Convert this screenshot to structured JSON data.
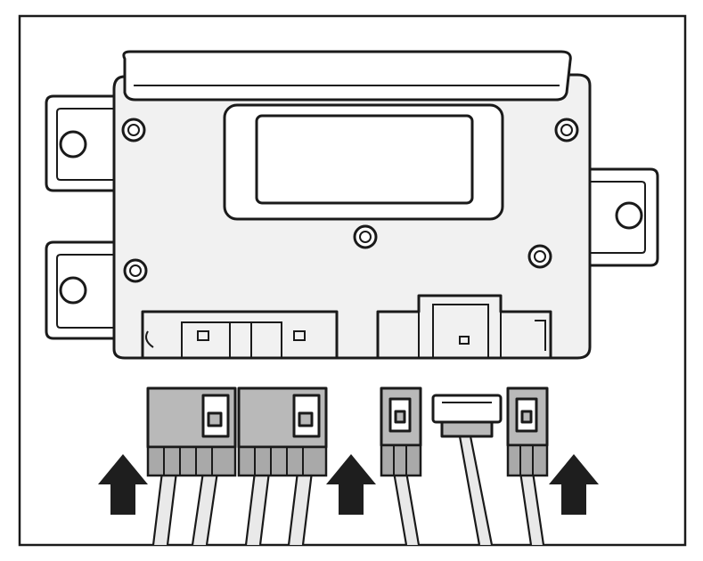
{
  "figure": {
    "description_visible_text": "",
    "colors": {
      "outline": "#1a1a1a",
      "module_fill": "#f1f1f1",
      "connector_fill": "#b9b9b9",
      "arrow_fill": "#1e1e1e",
      "background": "#ffffff"
    },
    "parts": {
      "module": "control-module",
      "mount_tabs": 3,
      "mounting_screws": 5,
      "harness_connectors": 5,
      "direction_arrows": 3,
      "arrow_direction": "up"
    },
    "icons": [
      "up-arrow-icon",
      "screw-icon",
      "mounting-hole-icon"
    ]
  }
}
